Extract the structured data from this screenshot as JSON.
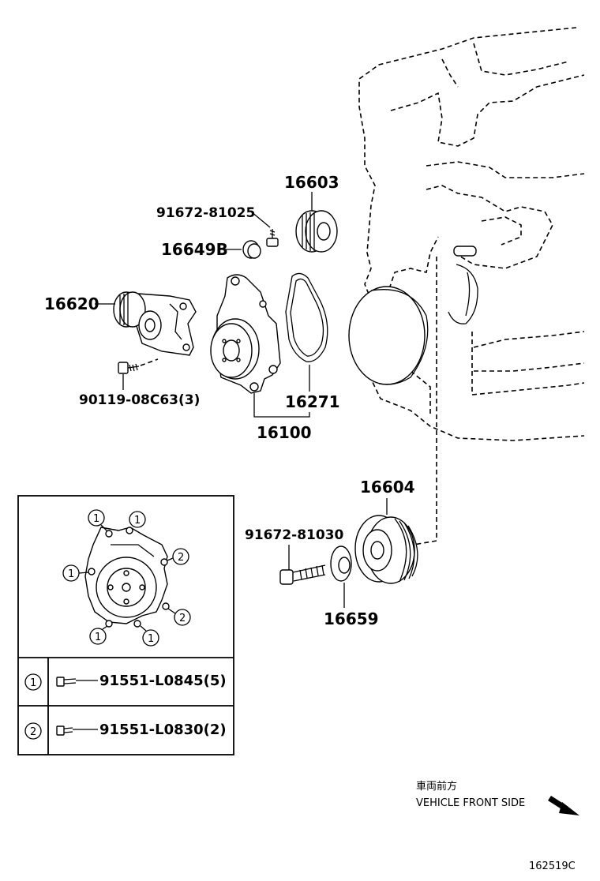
{
  "parts": {
    "p16603": "16603",
    "p91672_81025": "91672-81025",
    "p16649B": "16649B",
    "p16620": "16620",
    "p90119": "90119-08C63(3)",
    "p16271": "16271",
    "p16100": "16100",
    "p16604": "16604",
    "p91672_81030": "91672-81030",
    "p16659": "16659"
  },
  "legend": {
    "rows": [
      {
        "marker": "1",
        "part": "91551-L0845(5)"
      },
      {
        "marker": "2",
        "part": "91551-L0830(2)"
      }
    ],
    "bolt_markers": [
      "1",
      "1",
      "2",
      "1",
      "2",
      "1",
      "1"
    ]
  },
  "vehicle_front": {
    "jp": "車両前方",
    "en": "VEHICLE FRONT SIDE"
  },
  "figure_id": "162519C"
}
